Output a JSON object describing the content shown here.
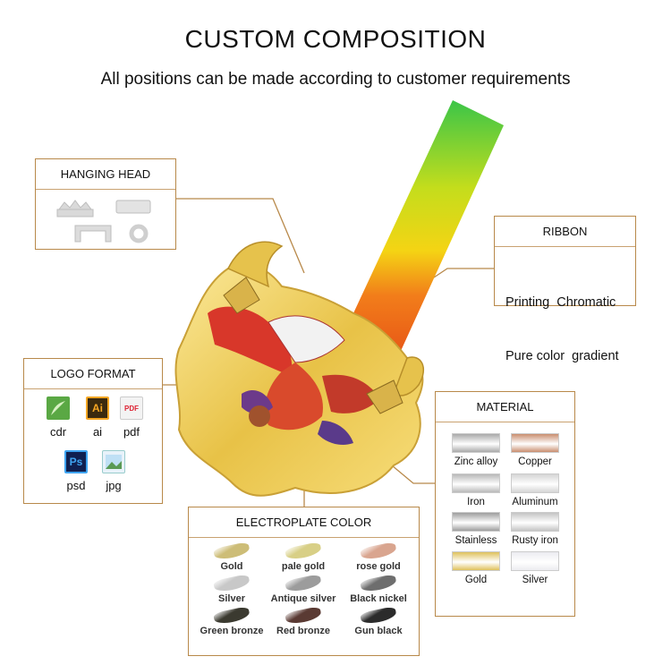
{
  "header": {
    "title": "CUSTOM COMPOSITION",
    "subtitle": "All positions can be made according to customer requirements"
  },
  "hanging_head": {
    "title": "HANGING HEAD",
    "icons": [
      "crown-loop-icon",
      "bar-loop-icon",
      "bracket-loop-icon",
      "ring-loop-icon"
    ]
  },
  "ribbon": {
    "title": "RIBBON",
    "line1": "Printing  Chromatic",
    "line2": "Pure color  gradient"
  },
  "logo_format": {
    "title": "LOGO FORMAT",
    "formats": [
      {
        "label": "cdr",
        "icon": "coreldraw-icon",
        "icon_text": ""
      },
      {
        "label": "ai",
        "icon": "illustrator-icon",
        "icon_text": "Ai"
      },
      {
        "label": "pdf",
        "icon": "pdf-icon",
        "icon_text": "PDF"
      },
      {
        "label": "psd",
        "icon": "photoshop-icon",
        "icon_text": "Ps"
      },
      {
        "label": "jpg",
        "icon": "jpg-icon",
        "icon_text": ""
      }
    ]
  },
  "material": {
    "title": "MATERIAL",
    "items": [
      {
        "label": "Zinc alloy",
        "color": "#a9a9a9"
      },
      {
        "label": "Copper",
        "color": "#c98e6f"
      },
      {
        "label": "Iron",
        "color": "#b8b8b8"
      },
      {
        "label": "Aluminum",
        "color": "#d5d5d5"
      },
      {
        "label": "Stainless",
        "color": "#9d9d9d"
      },
      {
        "label": "Rusty iron",
        "color": "#c4c4c4"
      },
      {
        "label": "Gold",
        "color": "#dfc15c"
      },
      {
        "label": "Silver",
        "color": "#ececf0"
      }
    ]
  },
  "electroplate": {
    "title": "ELECTROPLATE COLOR",
    "items": [
      {
        "label": "Gold",
        "color": "#cdbd77"
      },
      {
        "label": "pale gold",
        "color": "#d8cf86"
      },
      {
        "label": "rose gold",
        "color": "#d9a58f"
      },
      {
        "label": "Silver",
        "color": "#c8c8c8"
      },
      {
        "label": "Antique silver",
        "color": "#9c9c9c"
      },
      {
        "label": "Black nickel",
        "color": "#6e6e6e"
      },
      {
        "label": "Green bronze",
        "color": "#3b3a30"
      },
      {
        "label": "Red bronze",
        "color": "#5a3a33"
      },
      {
        "label": "Gun black",
        "color": "#2b2b2b"
      }
    ]
  }
}
